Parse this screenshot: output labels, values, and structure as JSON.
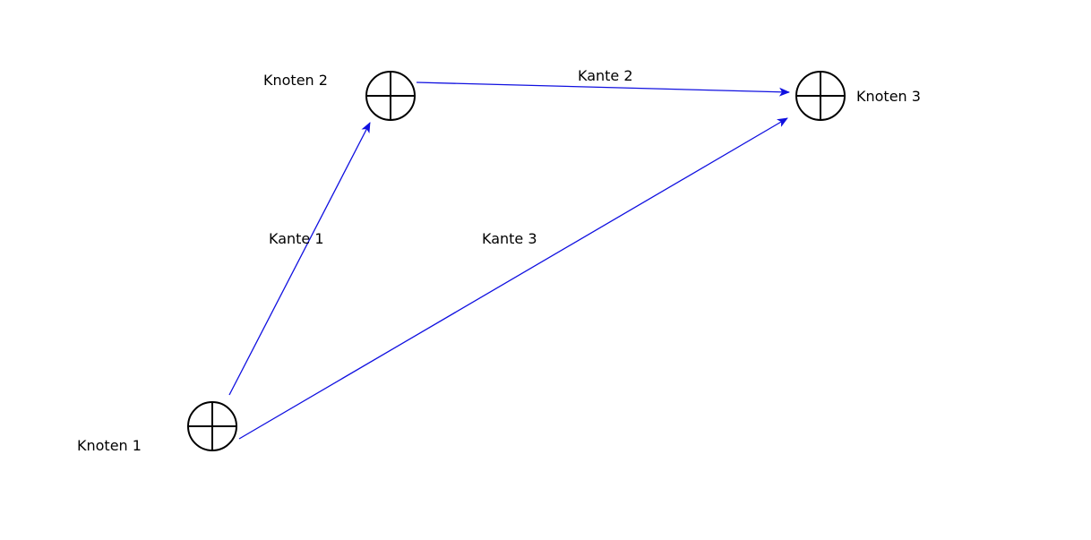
{
  "diagram": {
    "type": "directed-graph",
    "colors": {
      "edge": "#1010e0",
      "node_stroke": "#000000",
      "node_fill": "#ffffff",
      "label": "#000000"
    },
    "nodes": [
      {
        "id": "n1",
        "label": "Knoten 1"
      },
      {
        "id": "n2",
        "label": "Knoten 2"
      },
      {
        "id": "n3",
        "label": "Knoten 3"
      }
    ],
    "edges": [
      {
        "id": "e1",
        "label": "Kante 1",
        "from": "n1",
        "to": "n2"
      },
      {
        "id": "e2",
        "label": "Kante 2",
        "from": "n2",
        "to": "n3"
      },
      {
        "id": "e3",
        "label": "Kante 3",
        "from": "n1",
        "to": "n3"
      }
    ]
  }
}
